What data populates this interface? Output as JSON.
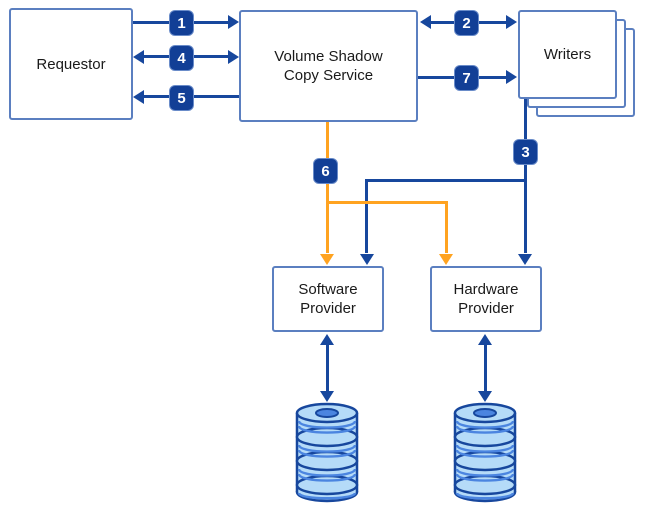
{
  "nodes": {
    "requestor": {
      "label": "Requestor"
    },
    "vss": {
      "line1": "Volume Shadow",
      "line2": "Copy Service"
    },
    "writers": {
      "label": "Writers"
    },
    "software_provider": {
      "line1": "Software",
      "line2": "Provider"
    },
    "hardware_provider": {
      "line1": "Hardware",
      "line2": "Provider"
    }
  },
  "badges": {
    "b1": "1",
    "b2": "2",
    "b3": "3",
    "b4": "4",
    "b5": "5",
    "b6": "6",
    "b7": "7"
  },
  "icons": {
    "storage_left": "disk-stack-icon",
    "storage_right": "disk-stack-icon"
  },
  "colors": {
    "arrow_navy": "#17479D",
    "arrow_orange": "#FFA320",
    "box_border": "#5B7FC0",
    "badge_fill": "#123F96",
    "badge_text": "#FFFFFF",
    "disk_fill": "#B5DBF8",
    "disk_accent": "#4B85E0",
    "background": "#FFFFFF",
    "text": "#1A1A1A"
  }
}
